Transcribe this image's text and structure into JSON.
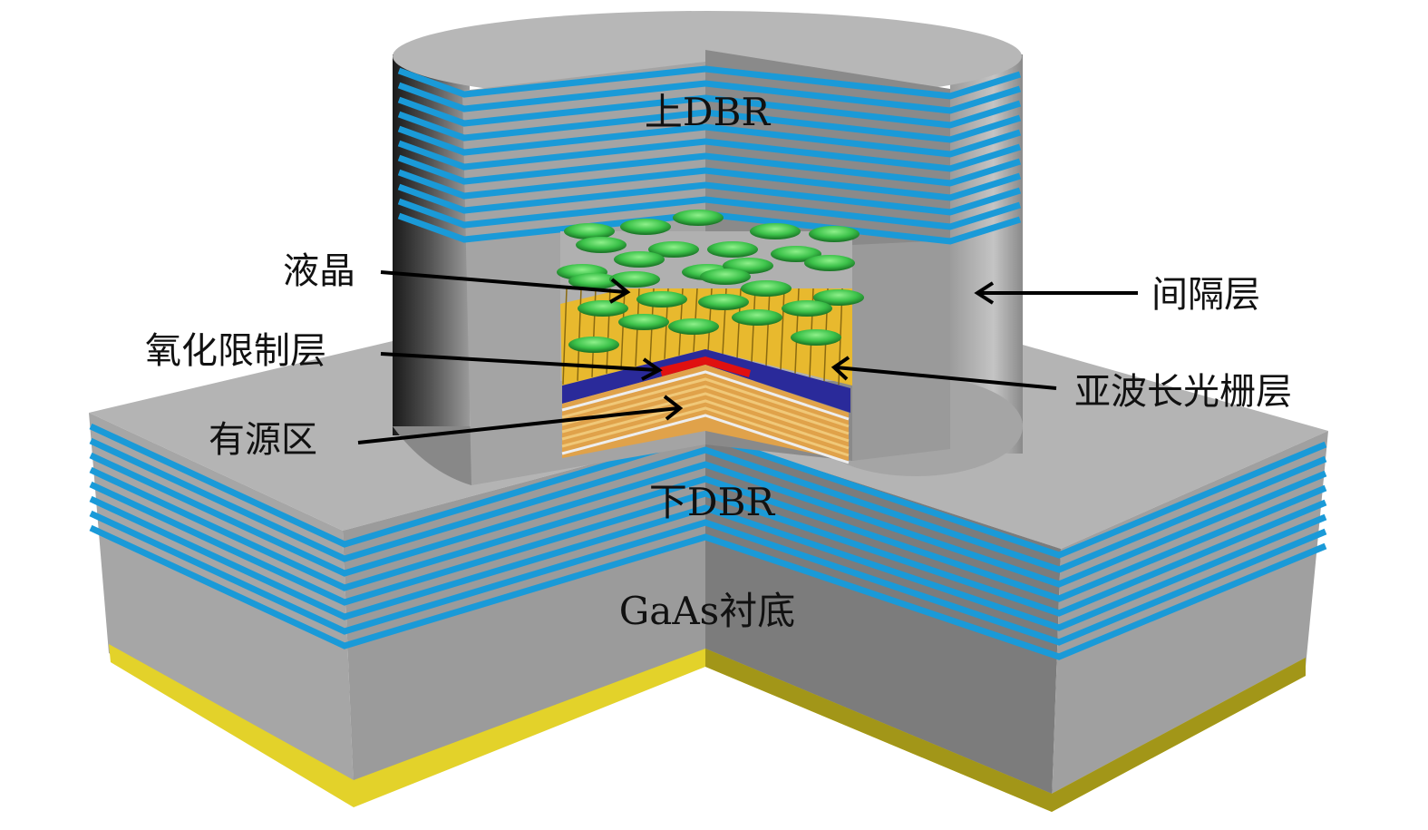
{
  "labels": {
    "upper_dbr": "上DBR",
    "liquid_crystal": "液晶",
    "oxide_aperture": "氧化限制层",
    "active_region": "有源区",
    "lower_dbr": "下DBR",
    "substrate": "GaAs衬底",
    "spacer": "间隔层",
    "grating": "亚波长光栅层"
  },
  "colors": {
    "dbr_blue": "#1a9ad8",
    "gray": "#a8a8a8",
    "gold": "#e8b92e",
    "lc_green": "#3cc24a",
    "oxide_red": "#e01010",
    "contact_yellow": "#e3d22a"
  }
}
